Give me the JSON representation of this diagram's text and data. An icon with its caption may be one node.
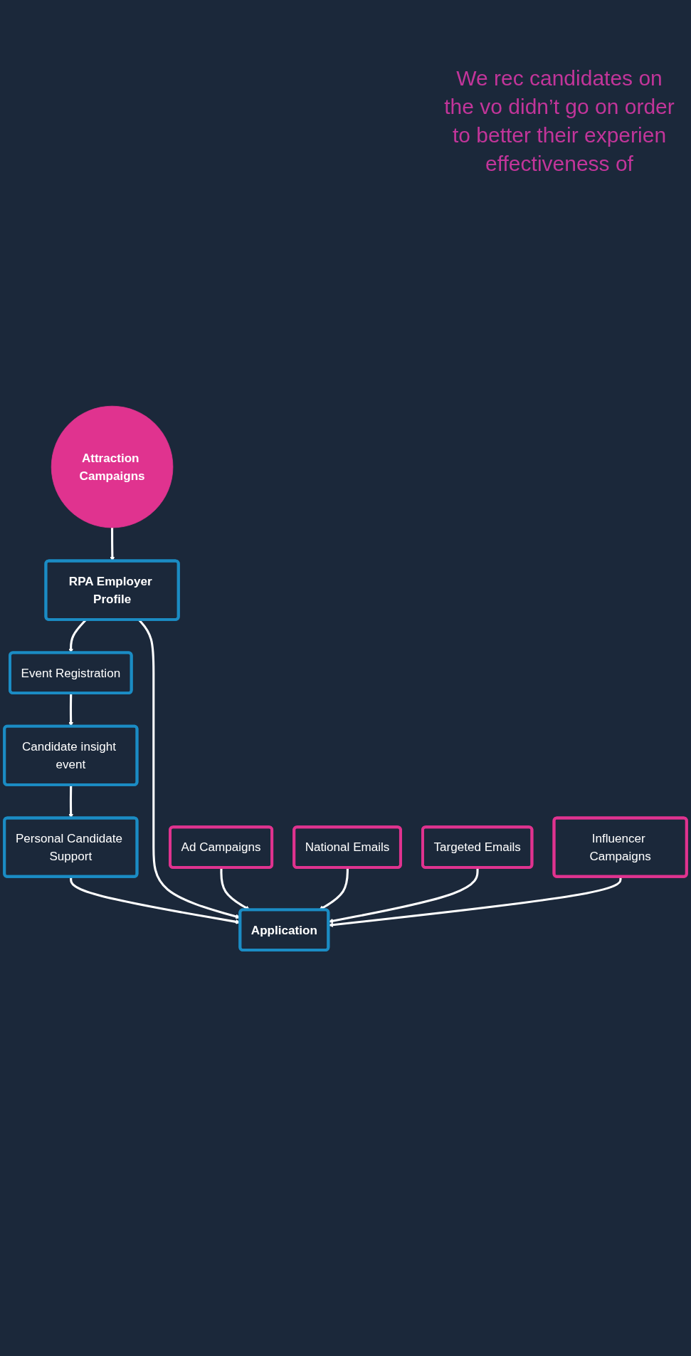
{
  "diagram": {
    "nodes": [
      {
        "text": [
          "Attraction Campaigns"
        ]
      },
      {
        "text": [
          "RPA Employer Profile"
        ]
      },
      {
        "text": [
          "Event Registration"
        ]
      },
      {
        "text": [
          "Candidate insight event"
        ]
      },
      {
        "text": [
          "Personal Candidate Support"
        ]
      },
      {
        "text": [
          "Application"
        ]
      },
      {
        "text": [
          "Ad Campaigns"
        ]
      },
      {
        "text": [
          "National Emails"
        ]
      },
      {
        "text": [
          "Targeted Emails"
        ]
      },
      {
        "text": [
          "Influencer Campaigns"
        ]
      }
    ],
    "edges": [
      {
        "from": 0,
        "to": 1,
        "arrow": "to"
      },
      {
        "from": 1,
        "to": 2,
        "arrow": "to"
      },
      {
        "from": 2,
        "to": 3,
        "arrow": "to"
      },
      {
        "from": 3,
        "to": 4,
        "arrow": "to"
      },
      {
        "from": 4,
        "to": 5,
        "arrow": "to"
      },
      {
        "from": 1,
        "to": 5,
        "arrow": "to"
      },
      {
        "from": 6,
        "to": 5,
        "arrow": "to"
      },
      {
        "from": 7,
        "to": 5,
        "arrow": "to"
      },
      {
        "from": 8,
        "to": 5,
        "arrow": "to"
      },
      {
        "from": 9,
        "to": 5,
        "arrow": "to"
      }
    ],
    "labels": [
      "We rec candidates on the vo didn’t go on order to better their experien effectiveness of"
    ]
  }
}
